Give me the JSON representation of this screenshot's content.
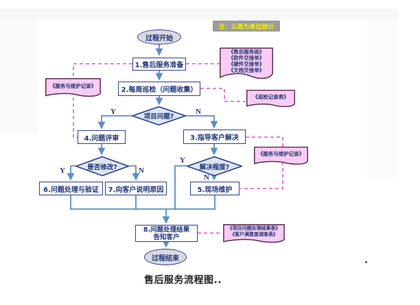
{
  "note": {
    "text": "注：以周为单位统计"
  },
  "nodes": {
    "start": "过程开始",
    "step1": "1.售后服务准备",
    "step2": "2.每周巡检（问题收集）",
    "decision_project": "项目问题?",
    "step3": "3.指导客户解决",
    "step4": "4.问题评审",
    "decision_modify": "是否修改?",
    "decision_resolve": "解决程度?",
    "step5": "5.现场维护",
    "step6": "6.问题处理与验证",
    "step7": "7.向客户说明原因",
    "step8_line1": "8.问题处理结果",
    "step8_line2": "告知客户",
    "end": "过程结束"
  },
  "labels": {
    "yes": "Y",
    "no": "N"
  },
  "documents": {
    "handover": {
      "lines": [
        "《售后服务函》",
        "《软件交接单》",
        "《硬件交接单》",
        "《文档交接单》"
      ]
    },
    "service_record_left": "《服务与维护记录》",
    "inspection_record": "《巡检记录表》",
    "service_record_right": "《服务与维护记录》",
    "result": {
      "lines": [
        "《项目问题处理结果表》",
        "《客户满意度调查表》"
      ]
    }
  },
  "caption": "售后服务流程图..",
  "colors": {
    "flow_line": "#5b8ec4",
    "node_border": "#2f3c8f",
    "node_text": "#1f3576",
    "diamond_fill": "#dce6f2",
    "terminator_fill": "#d9d9e2",
    "document_fill": "#f8ccf4",
    "document_border": "#5b2c4f",
    "dashed_link": "#ec4fd0",
    "note_bg": "#9b9b9b",
    "note_text": "#f0f000"
  }
}
